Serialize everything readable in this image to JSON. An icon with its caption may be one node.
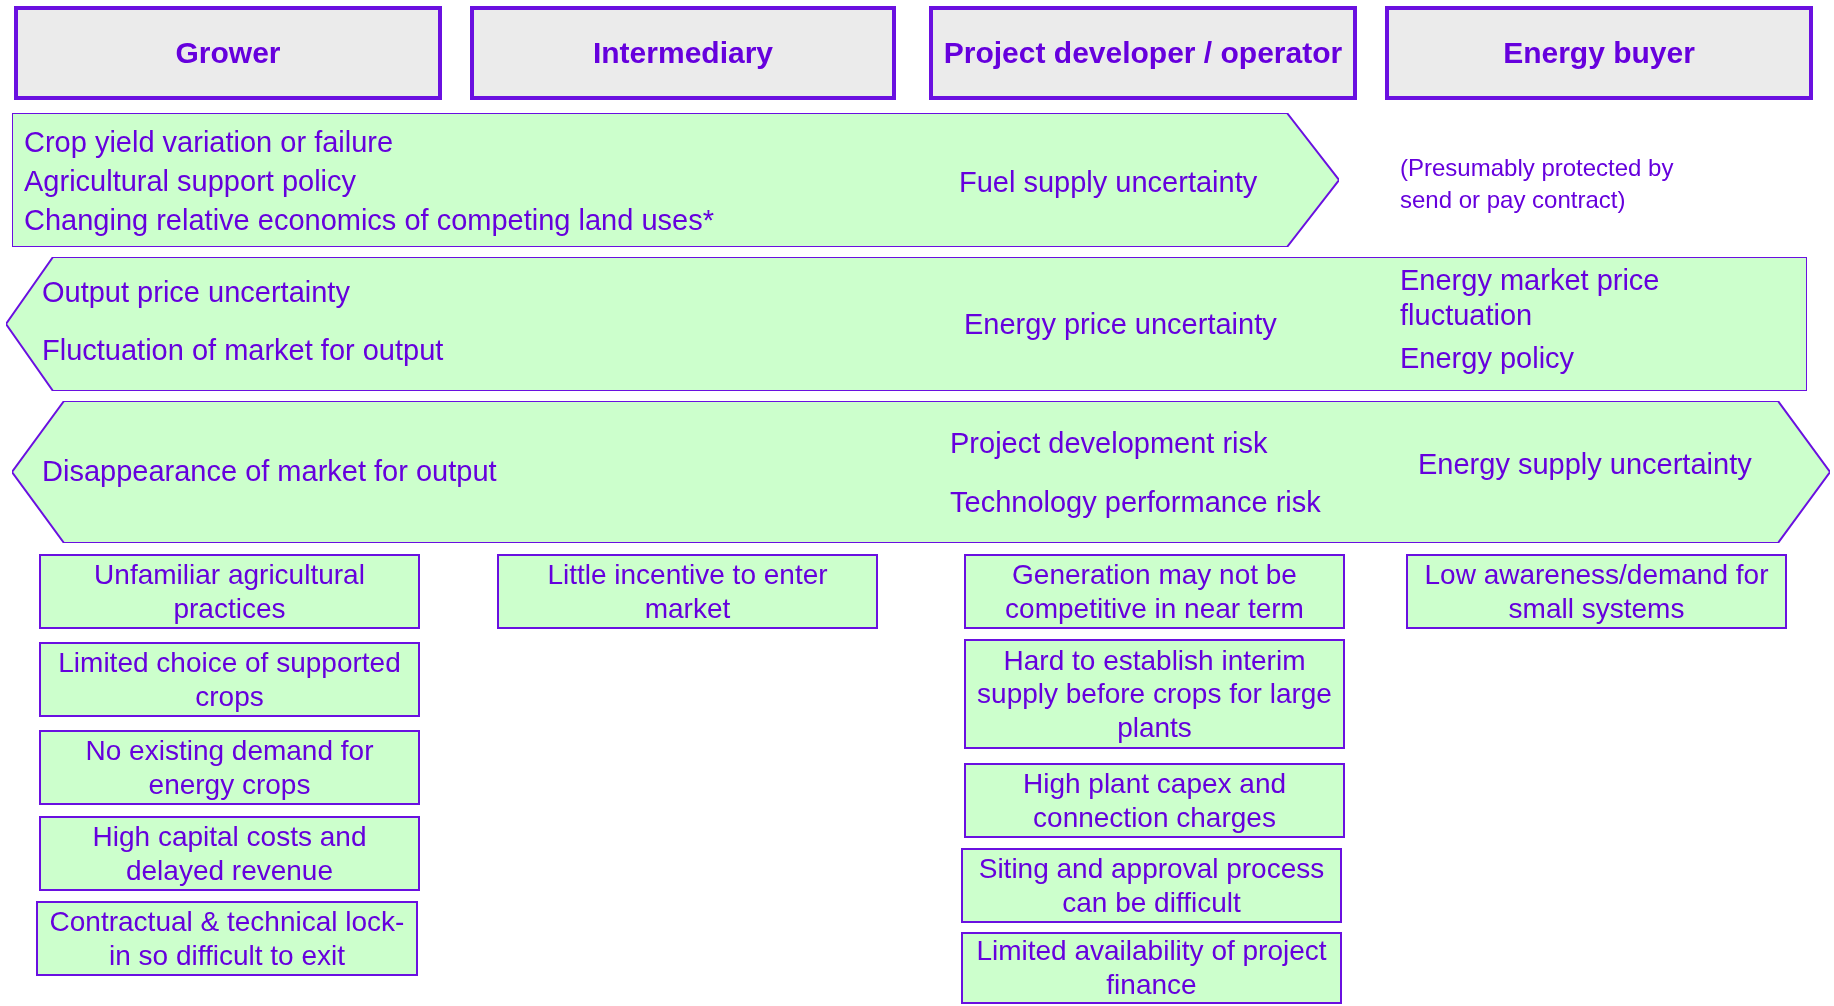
{
  "diagram": {
    "nodes": [
      {
        "text": [
          "Grower"
        ]
      },
      {
        "text": [
          "Intermediary"
        ]
      },
      {
        "text": [
          "Project developer / operator"
        ]
      },
      {
        "text": [
          "Energy buyer"
        ]
      },
      {
        "text": [
          "Crop yield variation or failure",
          "Agricultural support policy",
          "Changing relative economics of competing land uses*",
          "Fuel supply uncertainty"
        ]
      },
      {
        "text": [
          "Output price uncertainty",
          "Fluctuation of market for output",
          "Energy price uncertainty",
          "Energy market price fluctuation",
          "Energy policy"
        ]
      },
      {
        "text": [
          "Disappearance of market for output",
          "Project development risk",
          "Technology performance risk",
          "Energy supply uncertainty"
        ]
      },
      {
        "text": [
          "Unfamiliar agricultural practices"
        ]
      },
      {
        "text": [
          "Limited choice of supported crops"
        ]
      },
      {
        "text": [
          "No existing demand for energy crops"
        ]
      },
      {
        "text": [
          "High capital costs and delayed revenue"
        ]
      },
      {
        "text": [
          "Contractual & technical lock-in so difficult to exit"
        ]
      },
      {
        "text": [
          "Little incentive to enter market"
        ]
      },
      {
        "text": [
          "Generation may not be competitive in near term"
        ]
      },
      {
        "text": [
          "Hard to establish interim supply before crops for large plants"
        ]
      },
      {
        "text": [
          "High plant capex and connection charges"
        ]
      },
      {
        "text": [
          "Siting and approval process can be difficult"
        ]
      },
      {
        "text": [
          "Limited availability of project finance"
        ]
      },
      {
        "text": [
          "Low awareness/demand for small systems"
        ]
      }
    ],
    "edges": [],
    "labels": [
      "(Presumably protected by send or pay contract)"
    ]
  }
}
